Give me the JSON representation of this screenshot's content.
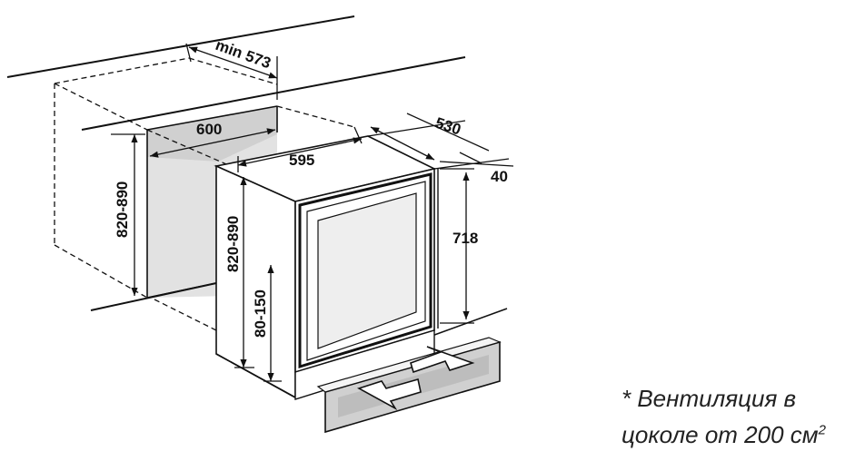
{
  "dimensions": {
    "min_depth": "min 573",
    "niche_width": "600",
    "niche_height": "820-890",
    "appliance_width": "595",
    "appliance_depth": "530",
    "door_depth": "40",
    "appliance_height": "820-890",
    "door_height": "718",
    "plinth_height": "80-150"
  },
  "note": {
    "line1": "* Вентиляция в",
    "line2_text": "цоколе от 200 см",
    "line2_sup": "2"
  },
  "colors": {
    "line": "#111111",
    "niche_fill": "#e2e2e2",
    "plinth_fill": "#d0d0d0",
    "glass_fill": "#eeeeee"
  }
}
